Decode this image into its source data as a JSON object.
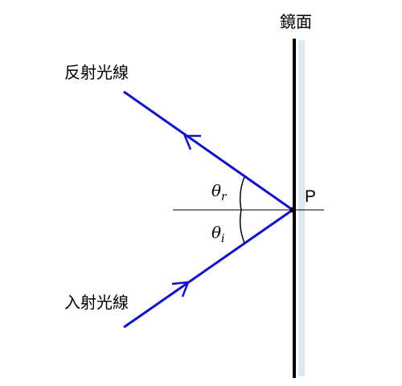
{
  "labels": {
    "mirror": "鏡面",
    "reflected_ray": "反射光線",
    "incident_ray": "入射光線",
    "point": "P",
    "theta": "θ",
    "theta_r_sub": "r",
    "theta_i_sub": "i"
  },
  "colors": {
    "ray": "#1111cc",
    "mirror": "#000000",
    "mirror_back": "#dce8f4",
    "normal": "#000000",
    "text": "#000000"
  }
}
